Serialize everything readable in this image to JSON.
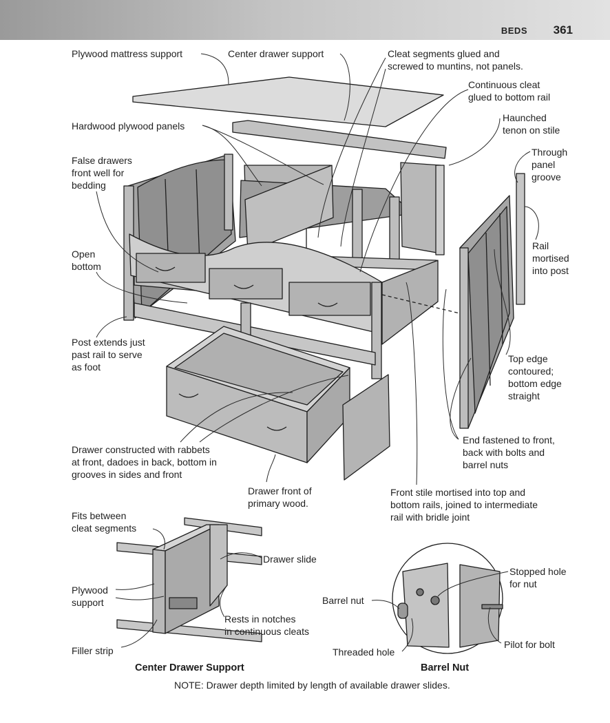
{
  "header": {
    "section": "BEDS",
    "page_number": "361"
  },
  "labels": {
    "plywood_mattress_support": "Plywood mattress support",
    "center_drawer_support": "Center drawer support",
    "cleat_segments": [
      "Cleat segments glued and",
      "screwed to muntins, not panels."
    ],
    "continuous_cleat": [
      "Continuous cleat",
      "glued to bottom rail"
    ],
    "hardwood_plywood_panels": "Hardwood plywood panels",
    "haunched_tenon": [
      "Haunched",
      "tenon on stile"
    ],
    "false_drawers": [
      "False drawers",
      "front well for",
      "bedding"
    ],
    "through_panel_groove": [
      "Through",
      "panel",
      "groove"
    ],
    "rail_mortised": [
      "Rail",
      "mortised",
      "into post"
    ],
    "open_bottom": [
      "Open",
      "bottom"
    ],
    "top_edge": [
      "Top edge",
      "contoured;",
      "bottom edge",
      "straight"
    ],
    "post_extends": [
      "Post extends just",
      "past rail to serve",
      "as foot"
    ],
    "end_fastened": [
      "End fastened to front,",
      "back with bolts and",
      "barrel nuts"
    ],
    "drawer_constructed": [
      "Drawer constructed with rabbets",
      "at front, dadoes in back, bottom in",
      "grooves in sides and front"
    ],
    "drawer_front": [
      "Drawer front of",
      "primary wood."
    ],
    "front_stile": [
      "Front stile mortised into top and",
      "bottom rails, joined to intermediate",
      "rail with bridle joint"
    ],
    "fits_between": [
      "Fits between",
      "cleat segments"
    ],
    "drawer_slide": "Drawer slide",
    "plywood_support": [
      "Plywood",
      "support"
    ],
    "rests_in_notches": [
      "Rests in notches",
      "in continuous cleats"
    ],
    "filler_strip": "Filler strip",
    "barrel_nut": "Barrel nut",
    "stopped_hole": [
      "Stopped hole",
      "for nut"
    ],
    "threaded_hole": "Threaded hole",
    "pilot_for_bolt": "Pilot for bolt"
  },
  "captions": {
    "center_drawer_support": "Center Drawer Support",
    "barrel_nut": "Barrel Nut"
  },
  "note": "NOTE: Drawer depth limited by length of available drawer slides.",
  "colors": {
    "wood_light": "#c8c8c8",
    "wood_mid": "#a8a8a8",
    "wood_dark": "#8a8a8a",
    "line": "#1e1e1e"
  }
}
